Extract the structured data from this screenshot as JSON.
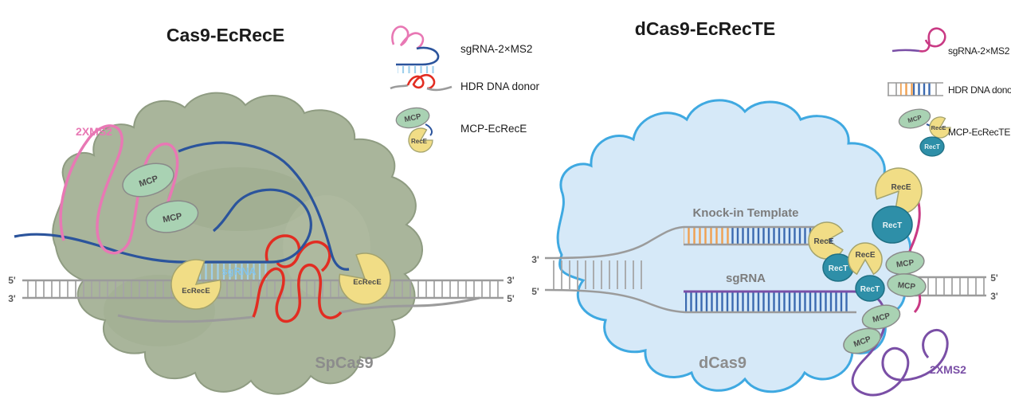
{
  "figure": {
    "left_panel": {
      "title": "Cas9-EcRecE",
      "protein_label": "SpCas9",
      "ms2_label": "2XMS2",
      "sgrna_label": "sgRNA",
      "mcp_label": "MCP",
      "ecrece_label": "EcRecE",
      "dna_ends": {
        "left_top": "5'",
        "left_bottom": "3'",
        "right_top": "3'",
        "right_bottom": "5'"
      }
    },
    "right_panel": {
      "title": "dCas9-EcRecTE",
      "protein_label": "dCas9",
      "template_label": "Knock-in Template",
      "sgrna_label": "sgRNA",
      "ms2_label": "2XMS2",
      "mcp_label": "MCP",
      "rece_label": "RecE",
      "rect_label": "RecT",
      "dna_ends": {
        "left_top": "3'",
        "left_bottom": "5'",
        "right_top": "5'",
        "right_bottom": "3'"
      }
    },
    "legend_left": {
      "item1": "sgRNA-2×MS2",
      "item2": "HDR DNA donor",
      "item3": "MCP-EcRecE",
      "mcp_label": "MCP",
      "rece_label": "RecE"
    },
    "legend_right": {
      "item1": "sgRNA-2×MS2",
      "item2": "HDR DNA donor",
      "item3": "MCP-EcRecTE",
      "mcp_label": "MCP",
      "rece_label": "RecE",
      "rect_label": "RecT"
    },
    "colors": {
      "spcas9_body": "#a9b59b",
      "spcas9_outline": "#8f9c82",
      "dcas9_body": "#d6e9f8",
      "dcas9_outline": "#3fa9e1",
      "sgrna_blue": "#2b549c",
      "sgrna_pairing": "#9fd0ec",
      "ms2_pink": "#e878b4",
      "donor_red": "#e22d22",
      "dna_gray": "#9b9b9b",
      "mcp_green": "#a9d2b3",
      "rece_yellow": "#f1dd86",
      "rect_teal": "#2e8fa8",
      "sgrna_purple": "#7a4fa6",
      "ms2_magenta": "#c93a84",
      "template_orange": "#f0a050",
      "template_blue": "#3b6ab0"
    }
  }
}
